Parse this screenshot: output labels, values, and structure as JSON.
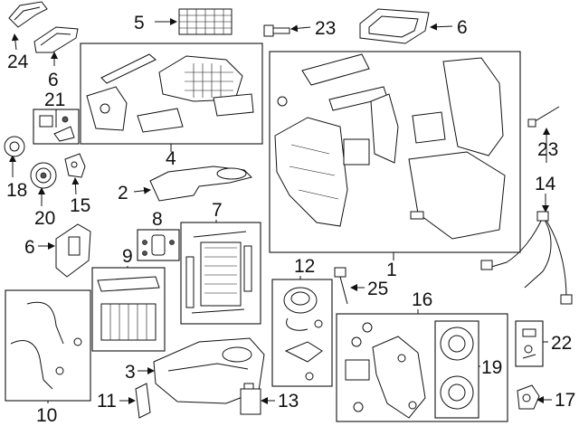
{
  "callouts": [
    {
      "id": "c1",
      "text": "1"
    },
    {
      "id": "c2",
      "text": "2"
    },
    {
      "id": "c3",
      "text": "3"
    },
    {
      "id": "c4",
      "text": "4"
    },
    {
      "id": "c5",
      "text": "5"
    },
    {
      "id": "c6a",
      "text": "6"
    },
    {
      "id": "c6b",
      "text": "6"
    },
    {
      "id": "c6c",
      "text": "6"
    },
    {
      "id": "c7",
      "text": "7"
    },
    {
      "id": "c8",
      "text": "8"
    },
    {
      "id": "c9",
      "text": "9"
    },
    {
      "id": "c10",
      "text": "10"
    },
    {
      "id": "c11",
      "text": "11"
    },
    {
      "id": "c12",
      "text": "12"
    },
    {
      "id": "c13",
      "text": "13"
    },
    {
      "id": "c14",
      "text": "14"
    },
    {
      "id": "c15",
      "text": "15"
    },
    {
      "id": "c16",
      "text": "16"
    },
    {
      "id": "c17",
      "text": "17"
    },
    {
      "id": "c18",
      "text": "18"
    },
    {
      "id": "c19",
      "text": "19"
    },
    {
      "id": "c20",
      "text": "20"
    },
    {
      "id": "c21",
      "text": "21"
    },
    {
      "id": "c22",
      "text": "22"
    },
    {
      "id": "c23a",
      "text": "23"
    },
    {
      "id": "c23b",
      "text": "23"
    },
    {
      "id": "c24",
      "text": "24"
    },
    {
      "id": "c25",
      "text": "25"
    }
  ]
}
